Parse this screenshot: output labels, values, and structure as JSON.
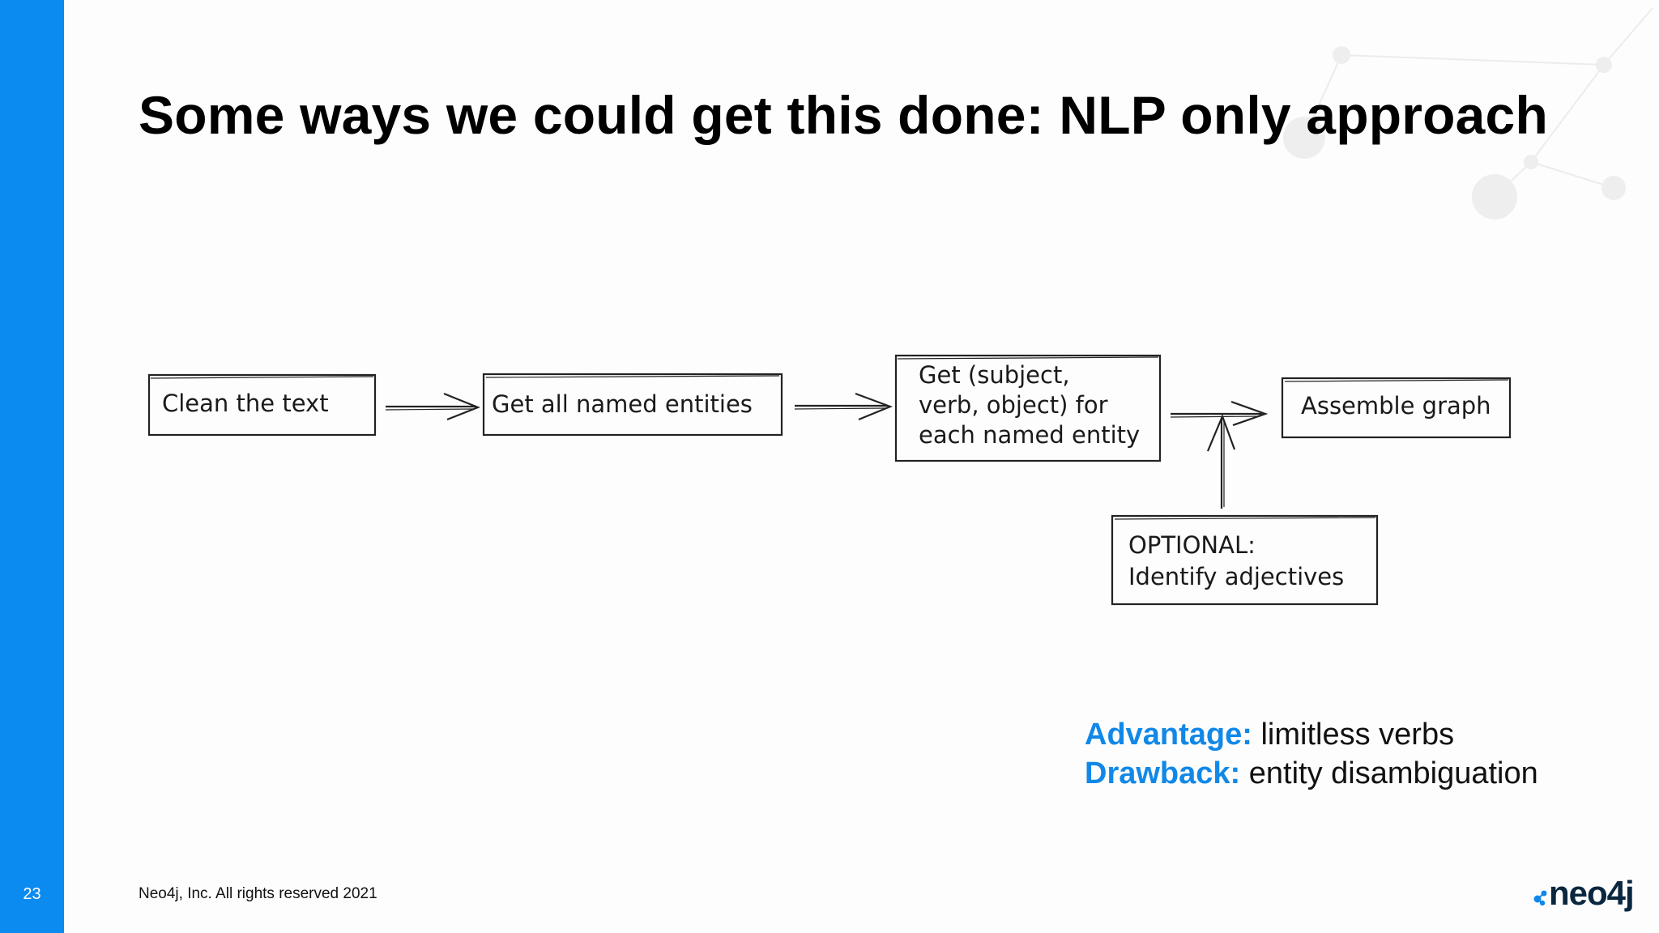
{
  "slide": {
    "page_number": "23",
    "title": "Some ways we could get this done: NLP only approach",
    "footer": "Neo4j, Inc. All rights reserved 2021",
    "logo_text": "neo4j"
  },
  "diagram": {
    "steps": [
      {
        "lines": [
          "Clean the text"
        ]
      },
      {
        "lines": [
          "Get all named entities"
        ]
      },
      {
        "lines": [
          "Get (subject,",
          "verb, object) for",
          "each named entity"
        ]
      },
      {
        "lines": [
          "Assemble graph"
        ]
      }
    ],
    "optional": {
      "lines": [
        "OPTIONAL:",
        "Identify adjectives"
      ]
    }
  },
  "notes": {
    "advantage_label": "Advantage:",
    "advantage_text": " limitless verbs",
    "drawback_label": "Drawback:",
    "drawback_text": " entity disambiguation"
  },
  "colors": {
    "sidebar": "#0b8af0",
    "accent": "#1188e8",
    "logo": "#0a2740"
  }
}
